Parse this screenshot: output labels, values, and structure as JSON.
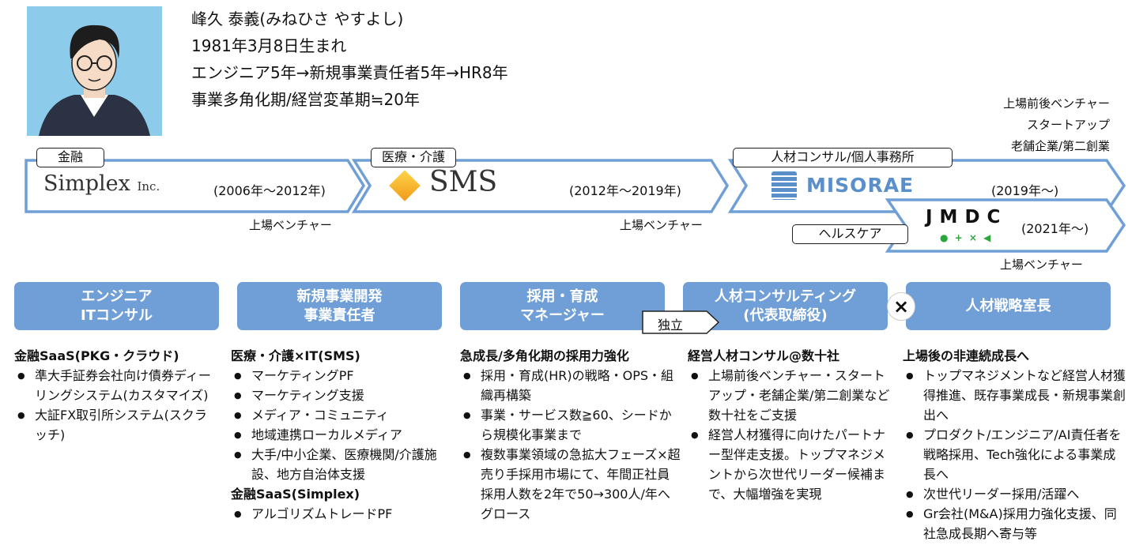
{
  "profile": {
    "name": "峰久 泰義(みねひさ やすよし)",
    "birth": "1981年3月8日生まれ",
    "career": "エンジニア5年→新規事業責任者5年→HR8年",
    "period": "事業多角化期/経営変革期≒20年"
  },
  "targets": [
    "上場前後ベンチャー",
    "スタートアップ",
    "老舗企業/第二創業"
  ],
  "timeline": [
    {
      "tag": "金融",
      "logo": "Simplex",
      "logo_suffix": "Inc.",
      "period": "(2006年〜2012年)",
      "note": "上場ベンチャー"
    },
    {
      "tag": "医療・介護",
      "logo": "SMS",
      "period": "(2012年〜2019年)",
      "note": "上場ベンチャー"
    },
    {
      "tag": "人材コンサル/個人事務所",
      "logo": "MISORAE",
      "period": "(2019年〜)"
    },
    {
      "tag": "ヘルスケア",
      "logo": "JMDC",
      "logo_marks": "● + × ◀",
      "period": "(2021年〜)",
      "note": "上場ベンチャー"
    }
  ],
  "colors": {
    "box": "#6f9fd6",
    "chevron": "#6f9fd6",
    "simplex_red": "#d9121f",
    "jmdc_green": "#2aa63a",
    "misorae": "#5b8fc9"
  },
  "roles": [
    {
      "l1": "エンジニア",
      "l2": "ITコンサル"
    },
    {
      "l1": "新規事業開発",
      "l2": "事業責任者"
    },
    {
      "l1": "採用・育成",
      "l2": "マネージャー"
    },
    {
      "l1": "人材コンサルティング",
      "l2": "(代表取締役)"
    },
    {
      "l1": "人材戦略室長"
    }
  ],
  "connector": {
    "independent": "独立",
    "cross": "×"
  },
  "columns": [
    {
      "sections": [
        {
          "heading": "金融SaaS(PKG・クラウド)",
          "items": [
            "準大手証券会社向け債券ディーリングシステム(カスタマイズ)",
            "大証FX取引所システム(スクラッチ)"
          ]
        }
      ]
    },
    {
      "sections": [
        {
          "heading": "医療・介護×IT(SMS)",
          "items": [
            "マーケティングPF",
            "マーケティング支援",
            "メディア・コミュニティ",
            "地域連携ローカルメディア",
            "大手/中小企業、医療機関/介護施設、地方自治体支援"
          ]
        },
        {
          "heading": "金融SaaS(Simplex)",
          "items": [
            "アルゴリズムトレードPF"
          ]
        }
      ]
    },
    {
      "sections": [
        {
          "heading": "急成長/多角化期の採用力強化",
          "items": [
            "採用・育成(HR)の戦略・OPS・組織再構築",
            "事業・サービス数≧60、シードから規模化事業まで",
            "複数事業領域の急拡大フェーズ×超売り手採用市場にて、年間正社員採用人数を2年で50→300人/年へグロース"
          ]
        }
      ]
    },
    {
      "sections": [
        {
          "heading": "経営人材コンサル@数十社",
          "items": [
            "上場前後ベンチャー・スタートアップ・老舗企業/第二創業など数十社をご支援",
            "経営人材獲得に向けたパートナー型伴走支援。トップマネジメントから次世代リーダー候補まで、大幅増強を実現"
          ]
        }
      ]
    },
    {
      "sections": [
        {
          "heading": "上場後の非連続成長へ",
          "items": [
            "トップマネジメントなど経営人材獲得推進、既存事業成長・新規事業創出へ",
            "プロダクト/エンジニア/AI責任者を戦略採用、Tech強化による事業成長へ",
            "次世代リーダー採用/活躍へ",
            "Gr会社(M&A)採用力強化支援、同社急成長期へ寄与等"
          ]
        }
      ]
    }
  ]
}
